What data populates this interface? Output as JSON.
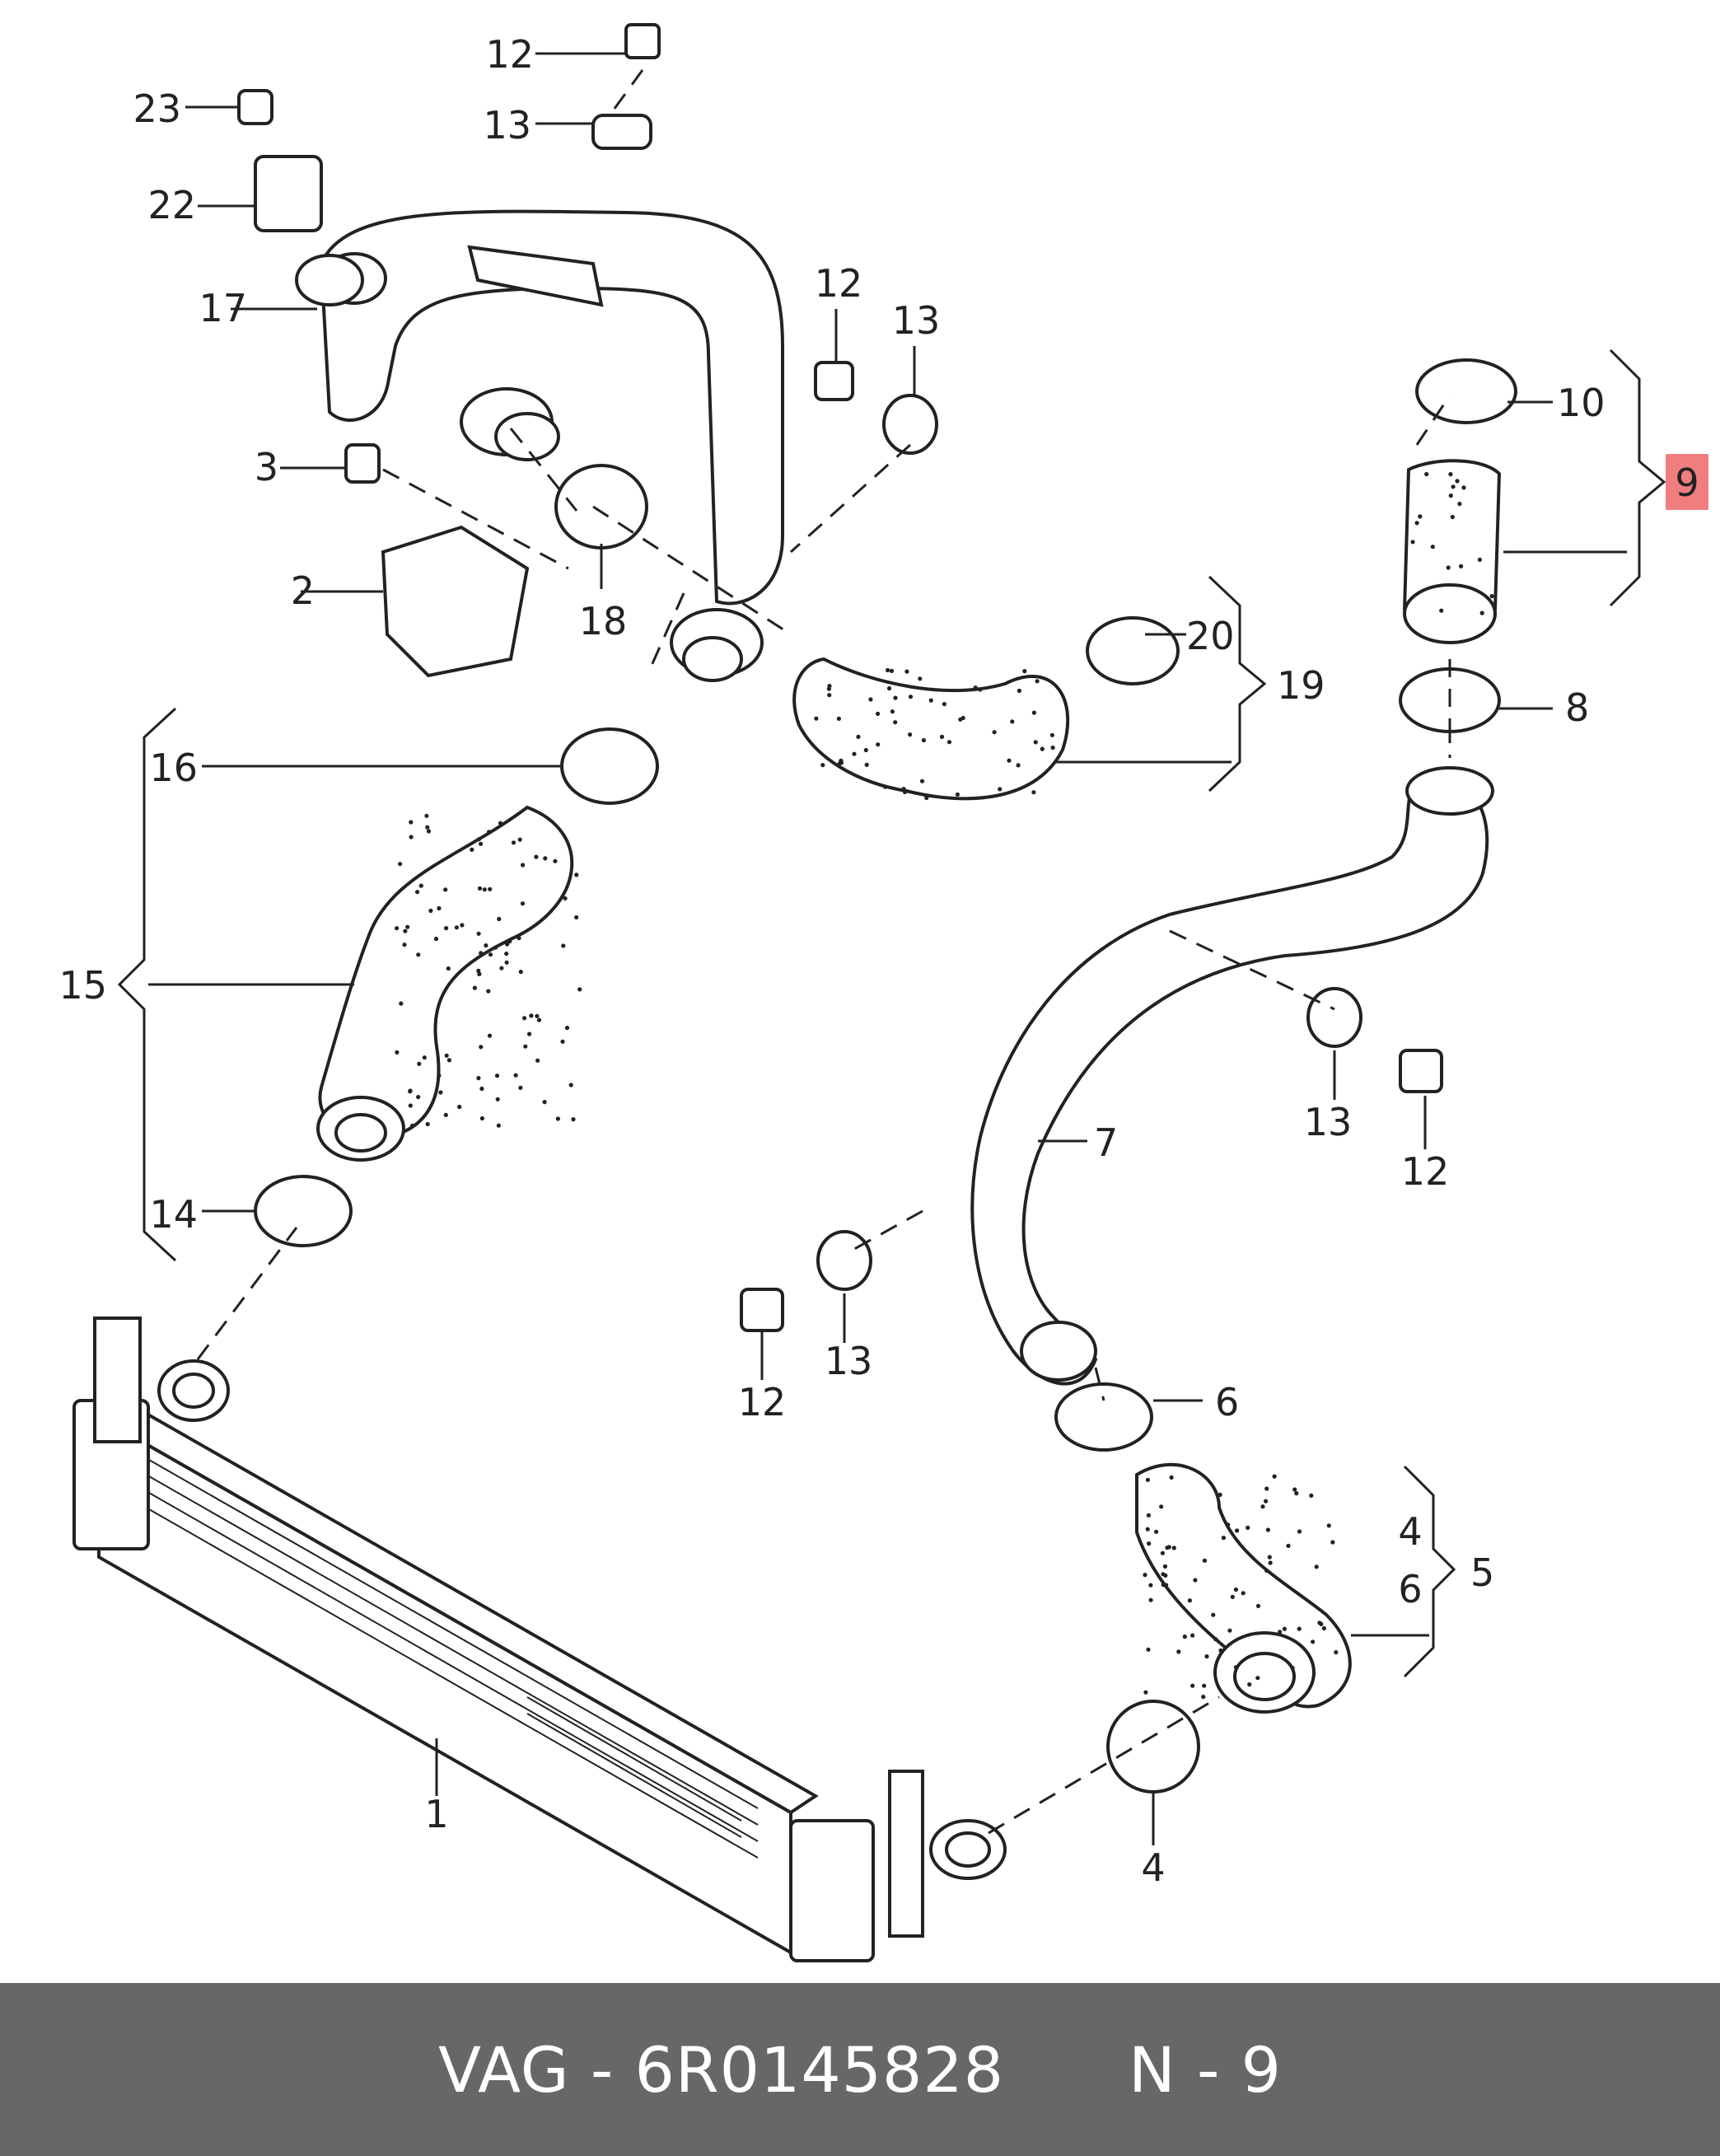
{
  "callouts": {
    "c1": "1",
    "c2": "2",
    "c3": "3",
    "c4a": "4",
    "c4b": "4",
    "c5": "5",
    "c6a": "6",
    "c6b": "6",
    "c7": "7",
    "c8": "8",
    "c9": "9",
    "c10": "10",
    "c12a": "12",
    "c12b": "12",
    "c12c": "12",
    "c12d": "12",
    "c13a": "13",
    "c13b": "13",
    "c13c": "13",
    "c13d": "13",
    "c14": "14",
    "c15": "15",
    "c16": "16",
    "c17": "17",
    "c18": "18",
    "c19": "19",
    "c20": "20",
    "c22": "22",
    "c23": "23"
  },
  "highlight": {
    "part": "9",
    "color": "#f07e7e"
  },
  "footer": {
    "brand": "VAG",
    "separator": "-",
    "part_number": "6R0145828",
    "position": "N - 9"
  }
}
